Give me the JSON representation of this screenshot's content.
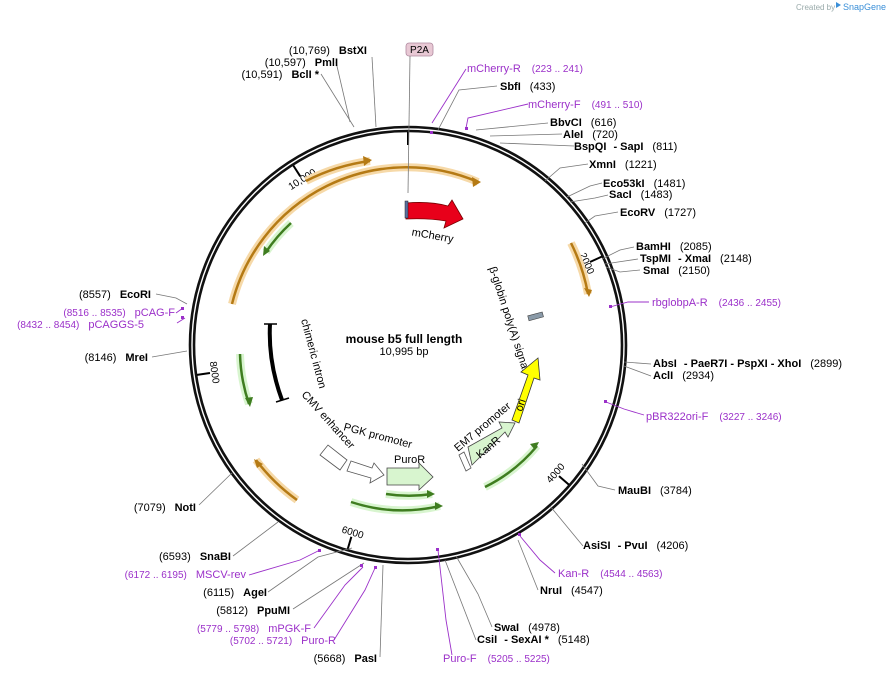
{
  "brand": {
    "created_by": "Created by",
    "name": "SnapGene"
  },
  "plasmid": {
    "name": "mouse b5 full length",
    "length": "10,995 bp",
    "total_bp": 10995
  },
  "colors": {
    "primer": "#9b30c9",
    "mcherry": "#e8001a",
    "ori": "#ffff00",
    "promoter_fill": "#ffffff",
    "resistance": "#d8f5cf",
    "orange_feature": "#f6d9a8"
  },
  "ticks": [
    {
      "pos": 0,
      "label": ""
    },
    {
      "pos": 2000,
      "label": "2000"
    },
    {
      "pos": 4000,
      "label": "4000"
    },
    {
      "pos": 6000,
      "label": "6000"
    },
    {
      "pos": 8000,
      "label": "8000"
    },
    {
      "pos": 10000,
      "label": "10,000"
    }
  ],
  "sites_right": [
    {
      "name": "SbfI",
      "pos": "(433)"
    },
    {
      "name": "BbvCI",
      "pos": "(616)"
    },
    {
      "name": "AleI",
      "pos": "(720)"
    },
    {
      "name": "BspQI",
      "extra": " - SapI",
      "pos": "(811)"
    },
    {
      "name": "XmnI",
      "pos": "(1221)"
    },
    {
      "name": "Eco53kI",
      "pos": "(1481)"
    },
    {
      "name": "SacI",
      "pos": "(1483)"
    },
    {
      "name": "EcoRV",
      "pos": "(1727)"
    },
    {
      "name": "BamHI",
      "pos": "(2085)"
    },
    {
      "name": "TspMI",
      "extra": " - XmaI",
      "pos": "(2148)"
    },
    {
      "name": "SmaI",
      "pos": "(2150)"
    },
    {
      "name": "AbsI",
      "extra": " - PaeR7I - PspXI - XhoI",
      "pos": "(2899)"
    },
    {
      "name": "AclI",
      "pos": "(2934)"
    },
    {
      "name": "MauBI",
      "pos": "(3784)"
    },
    {
      "name": "AsiSI",
      "extra": " - PvuI",
      "pos": "(4206)"
    },
    {
      "name": "NruI",
      "pos": "(4547)"
    },
    {
      "name": "SwaI",
      "pos": "(4978)"
    },
    {
      "name": "CsiI",
      "extra": " - SexAI *",
      "pos": "(5148)"
    }
  ],
  "sites_left": [
    {
      "name": "BstXI",
      "pos": "(10,769)"
    },
    {
      "name": "PmlI",
      "pos": "(10,597)"
    },
    {
      "name": "BclI *",
      "pos": "(10,591)"
    },
    {
      "name": "EcoRI",
      "pos": "(8557)"
    },
    {
      "name": "MreI",
      "pos": "(8146)"
    },
    {
      "name": "NotI",
      "pos": "(7079)"
    },
    {
      "name": "SnaBI",
      "pos": "(6593)"
    },
    {
      "name": "AgeI",
      "pos": "(6115)"
    },
    {
      "name": "PpuMI",
      "pos": "(5812)"
    },
    {
      "name": "PasI",
      "pos": "(5668)"
    }
  ],
  "primers": [
    {
      "name": "mCherry-R",
      "range": "(223 .. 241)"
    },
    {
      "name": "mCherry-F",
      "range": "(491 .. 510)"
    },
    {
      "name": "rbglobpA-R",
      "range": "(2436 .. 2455)"
    },
    {
      "name": "pBR322ori-F",
      "range": "(3227 .. 3246)"
    },
    {
      "name": "Kan-R",
      "range": "(4544 .. 4563)"
    },
    {
      "name": "Puro-F",
      "range": "(5205 .. 5225)"
    },
    {
      "name": "pCAG-F",
      "range": "(8516 .. 8535)"
    },
    {
      "name": "pCAGGS-5",
      "range": "(8432 .. 8454)"
    },
    {
      "name": "MSCV-rev",
      "range": "(6172 .. 6195)"
    },
    {
      "name": "mPGK-F",
      "range": "(5779 .. 5798)"
    },
    {
      "name": "Puro-R",
      "range": "(5702 .. 5721)"
    }
  ],
  "features": {
    "p2a": "P2A",
    "mcherry": "mCherry",
    "bglobin": "β-globin poly(A) signal",
    "ori": "ori",
    "kanr": "KanR",
    "em7": "EM7 promoter",
    "puror": "PuroR",
    "pgk": "PGK promoter",
    "cmv": "CMV enhancer",
    "intron": "chimeric intron"
  }
}
